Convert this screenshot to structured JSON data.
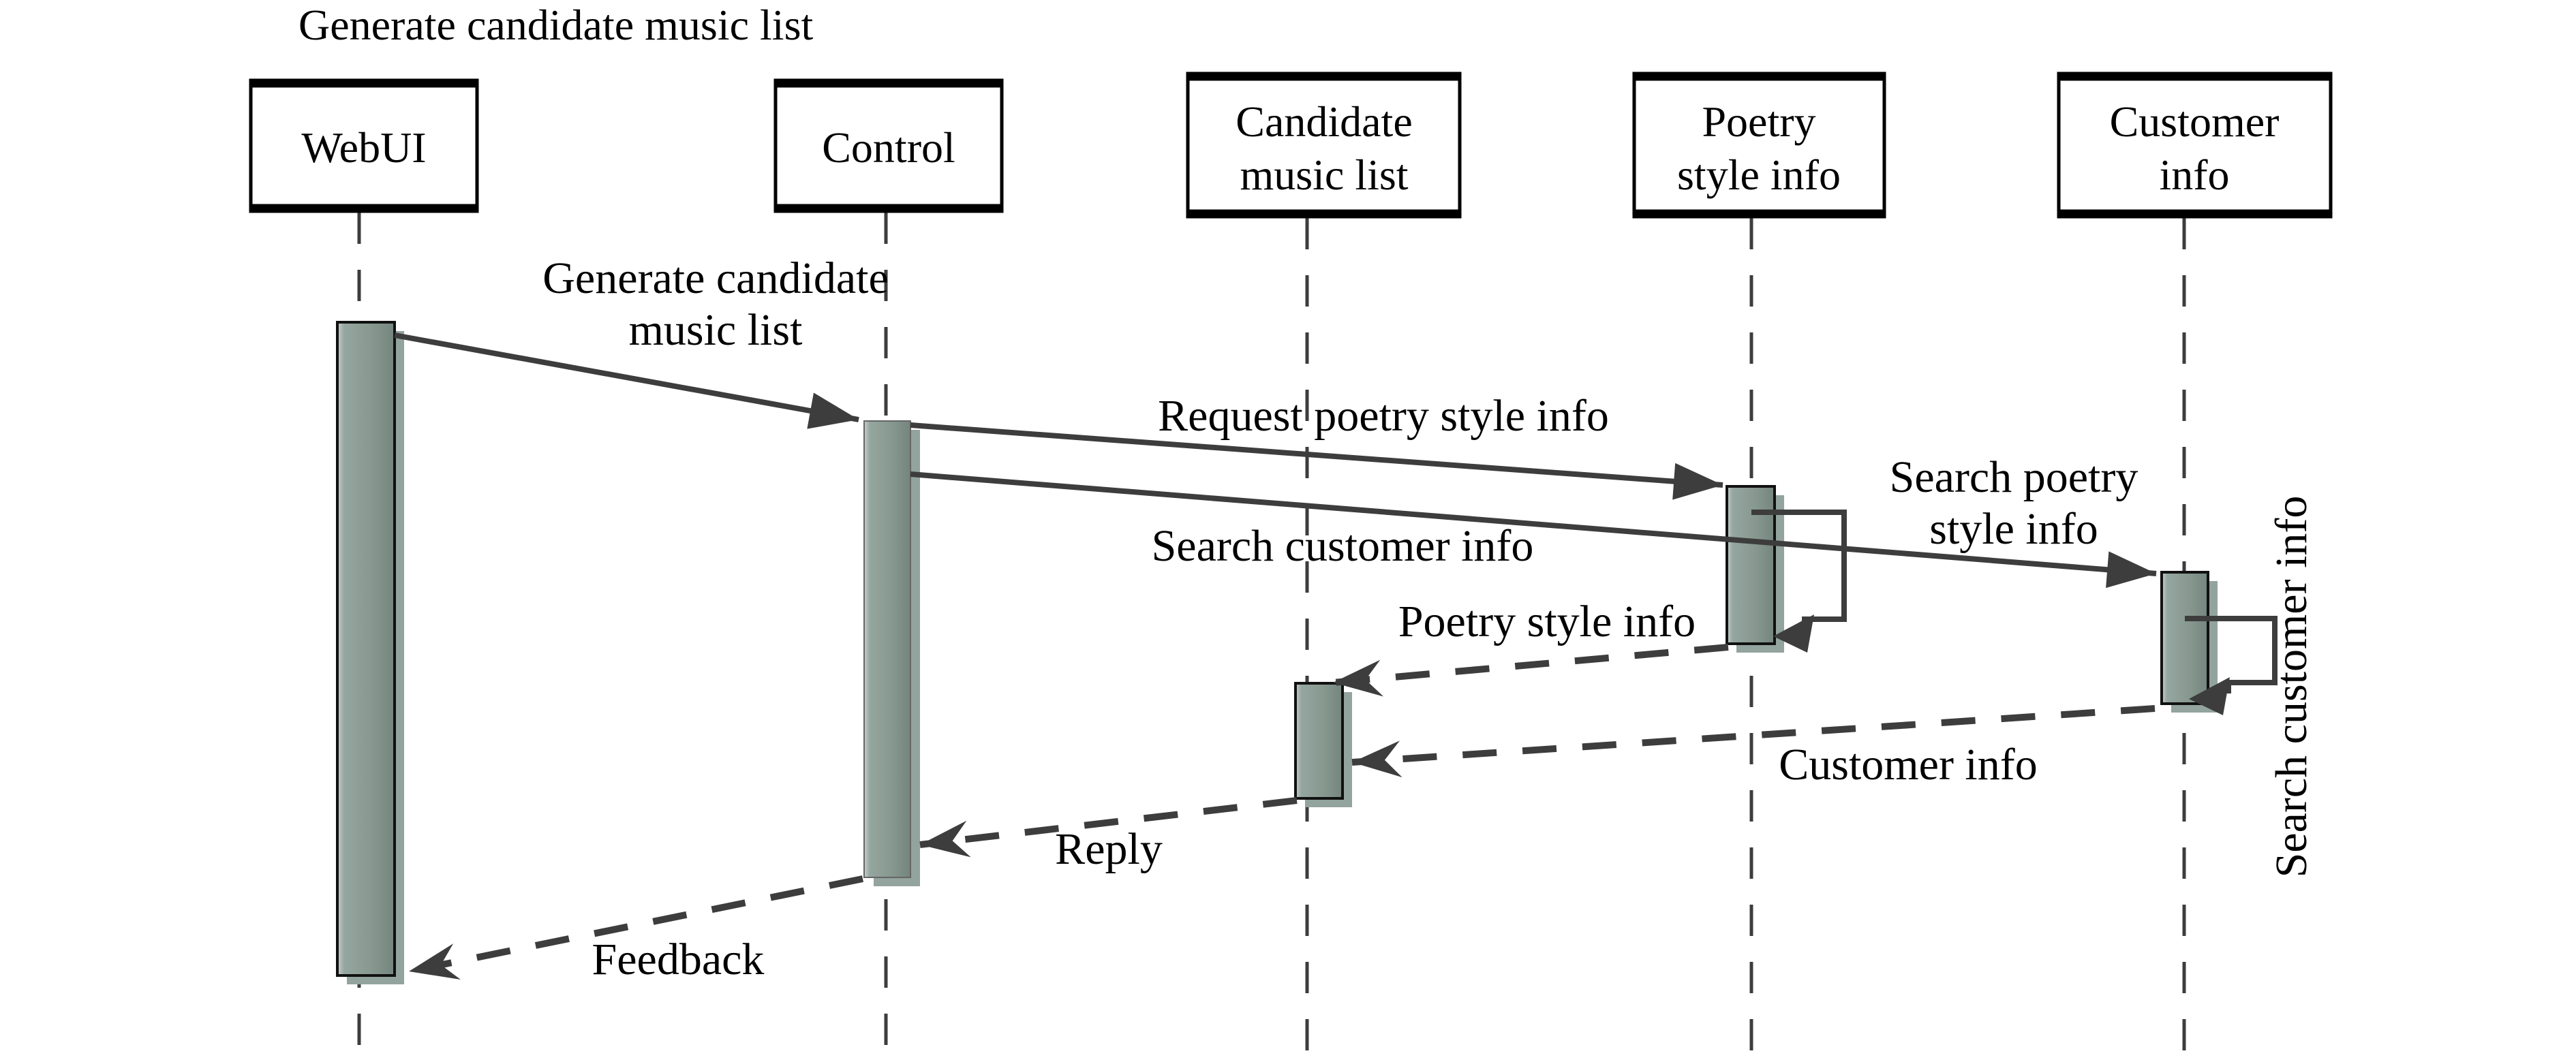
{
  "diagram": {
    "type": "uml-sequence-diagram",
    "title": "Generate candidate music list",
    "actors": [
      {
        "name": "WebUI",
        "lines": [
          "WebUI"
        ]
      },
      {
        "name": "Control",
        "lines": [
          "Control"
        ]
      },
      {
        "name": "Candidate music list",
        "lines": [
          "Candidate",
          "music list"
        ]
      },
      {
        "name": "Poetry style info",
        "lines": [
          "Poetry",
          "style info"
        ]
      },
      {
        "name": "Customer info",
        "lines": [
          "Customer",
          "info"
        ]
      }
    ],
    "messages": [
      {
        "label": "Generate candidate music list",
        "label_lines": [
          "Generate candidate",
          "music list"
        ],
        "from": "WebUI",
        "to": "Control",
        "style": "solid"
      },
      {
        "label": "Request poetry style info",
        "label_lines": [
          "Request poetry style info"
        ],
        "from": "Control",
        "to": "Poetry style info",
        "style": "solid"
      },
      {
        "label": "Search customer info",
        "label_lines": [
          "Search customer info"
        ],
        "from": "Control",
        "to": "Customer info",
        "style": "solid"
      },
      {
        "label": "Search poetry style info",
        "label_lines": [
          "Search poetry",
          "style info"
        ],
        "from": "Poetry style info",
        "to": "Poetry style info",
        "style": "self"
      },
      {
        "label": "Poetry style info",
        "label_lines": [
          "Poetry style info"
        ],
        "from": "Poetry style info",
        "to": "Candidate music list",
        "style": "dashed"
      },
      {
        "label": "Customer info",
        "label_lines": [
          "Customer info"
        ],
        "from": "Customer info",
        "to": "Candidate music list",
        "style": "dashed"
      },
      {
        "label": "Search customer info",
        "label_lines": [
          "Search customer info"
        ],
        "from": "Customer info",
        "to": "Customer info",
        "style": "self",
        "label_orientation": "vertical"
      },
      {
        "label": "Reply",
        "label_lines": [
          "Reply"
        ],
        "from": "Candidate music list",
        "to": "Control",
        "style": "dashed"
      },
      {
        "label": "Feedback",
        "label_lines": [
          "Feedback"
        ],
        "from": "Control",
        "to": "WebUI",
        "style": "dashed"
      }
    ],
    "colors": {
      "background": "#ffffff",
      "line": "#3d3d3d",
      "text": "#000000",
      "box_border": "#000000",
      "box_fill": "#ffffff",
      "activation_fill_light": "#c6d0cd",
      "activation_fill": "#87988f",
      "activation_fill_dark": "#74857f",
      "activation_shadow": "#93a39e"
    }
  }
}
